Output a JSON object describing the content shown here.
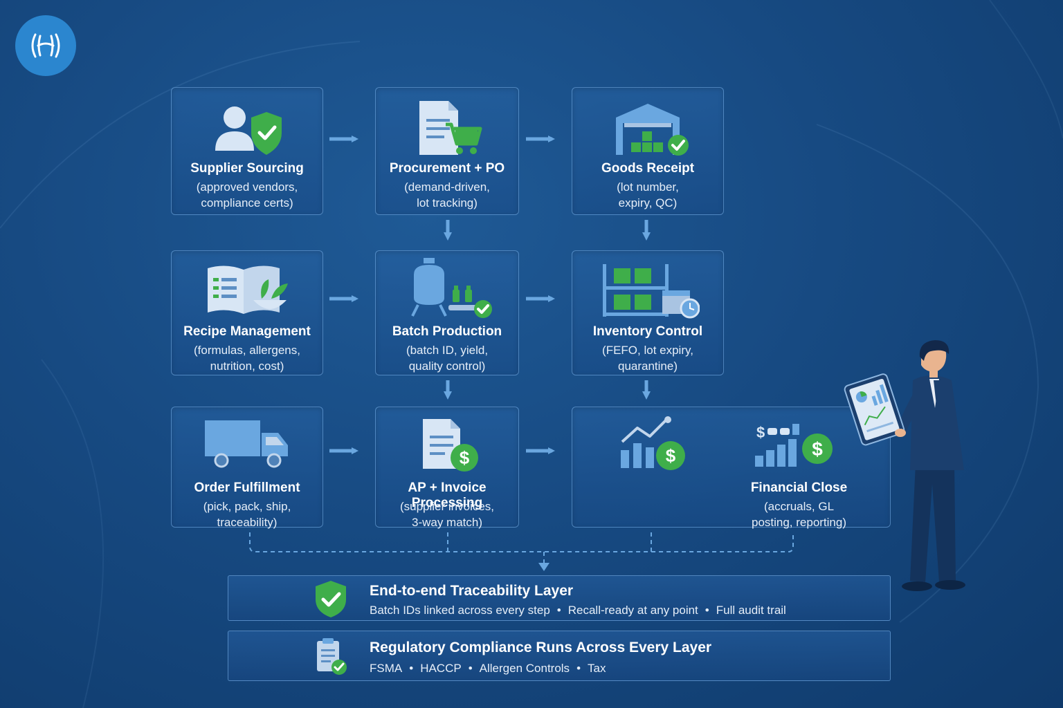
{
  "colors": {
    "background": "#174a82",
    "card_border": "#78afe6",
    "accent_blue": "#6aa7e0",
    "accent_green": "#3fae4a"
  },
  "logo": {
    "icon": "logo-mark-icon"
  },
  "steps": {
    "supplier": {
      "title": "Supplier Sourcing",
      "desc": "(approved vendors,\ncompliance certs)",
      "icon": "user-shield-check-icon"
    },
    "procurement": {
      "title": "Procurement + PO",
      "desc": "(demand-driven,\nlot tracking)",
      "icon": "document-cart-icon"
    },
    "goods": {
      "title": "Goods Receipt",
      "desc": "(lot number,\nexpiry, QC)",
      "icon": "warehouse-boxes-check-icon"
    },
    "recipe": {
      "title": "Recipe Management",
      "desc": "(formulas, allergens,\nnutrition, cost)",
      "icon": "book-bowl-icon"
    },
    "batch": {
      "title": "Batch Production",
      "desc": "(batch ID, yield,\nquality control)",
      "icon": "tank-bottles-check-icon"
    },
    "inventory": {
      "title": "Inventory Control",
      "desc": "(FEFO, lot expiry,\nquarantine)",
      "icon": "shelves-calendar-clock-icon"
    },
    "order": {
      "title": "Order Fulfillment",
      "desc": "(pick, pack, ship,\ntraceability)",
      "icon": "truck-icon"
    },
    "ap": {
      "title": "AP + Invoice Processing",
      "desc": "(supplier invoices,\n3-way match)",
      "icon": "invoice-dollar-icon"
    },
    "financial": {
      "title": "Financial Close",
      "desc": "(accruals, GL\nposting, reporting)",
      "icon": "chart-dollar-icon"
    }
  },
  "layers": {
    "traceability": {
      "title": "End-to-end Traceability Layer",
      "items": [
        "Batch IDs linked across every step",
        "Recall-ready at any point",
        "Full audit trail"
      ],
      "icon": "shield-check-icon"
    },
    "compliance": {
      "title": "Regulatory Compliance Runs Across Every Layer",
      "items": [
        "FSMA",
        "HACCP",
        "Allergen Controls",
        "Tax"
      ],
      "icon": "clipboard-check-icon"
    }
  },
  "separator": "•",
  "person": {
    "icon": "person-with-tablet-icon"
  }
}
